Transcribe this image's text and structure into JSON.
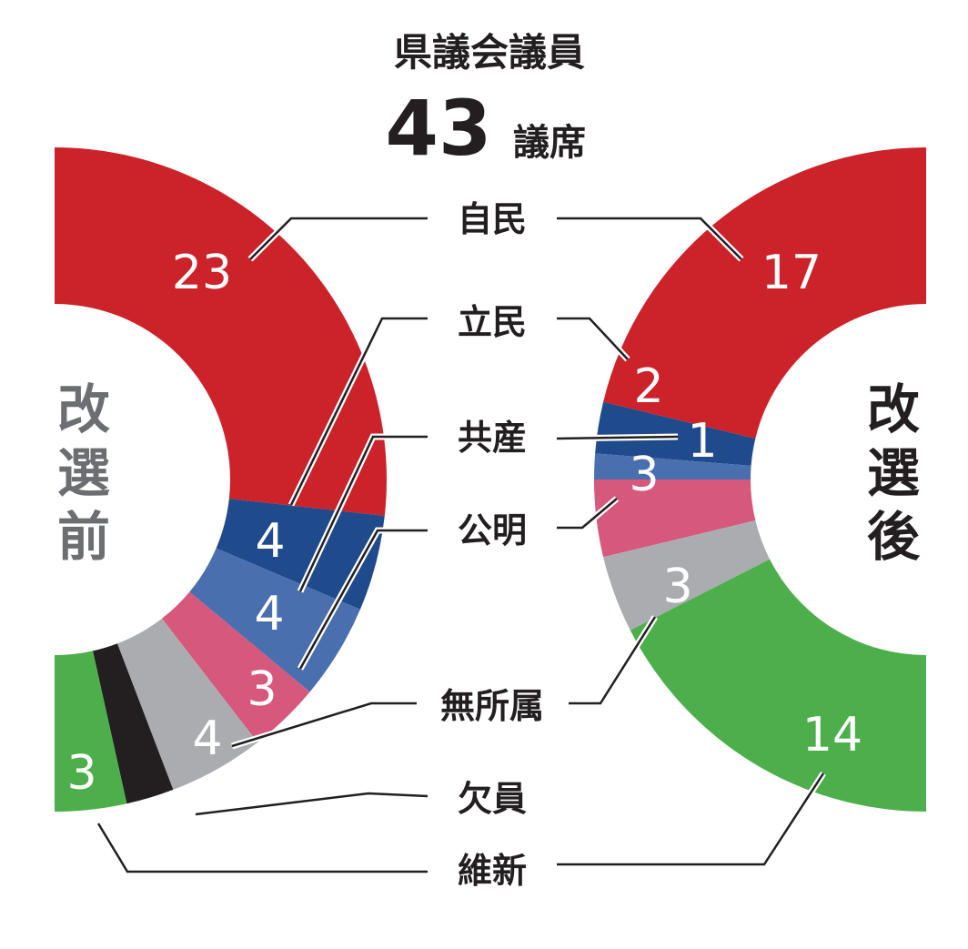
{
  "chart_data": {
    "type": "pie",
    "title": "県議会議員",
    "total_seats": "43",
    "total_unit": "議席",
    "categories": [
      "自民",
      "立民",
      "共産",
      "公明",
      "無所属",
      "欠員",
      "維新"
    ],
    "colors": {
      "自民": "#cc2229",
      "立民": "#1f4a8c",
      "共産": "#4a6fae",
      "公明": "#d6587c",
      "無所属": "#abacaf",
      "欠員": "#231f20",
      "維新": "#4caf4c"
    },
    "series": [
      {
        "name": "改選前",
        "labels": [
          "自民",
          "立民",
          "共産",
          "公明",
          "無所属",
          "欠員",
          "維新"
        ],
        "values": [
          23,
          4,
          4,
          3,
          4,
          2,
          3
        ]
      },
      {
        "name": "改選後",
        "labels": [
          "自民",
          "立民",
          "共産",
          "公明",
          "無所属",
          "維新"
        ],
        "values": [
          17,
          2,
          1,
          3,
          3,
          14
        ]
      }
    ]
  }
}
